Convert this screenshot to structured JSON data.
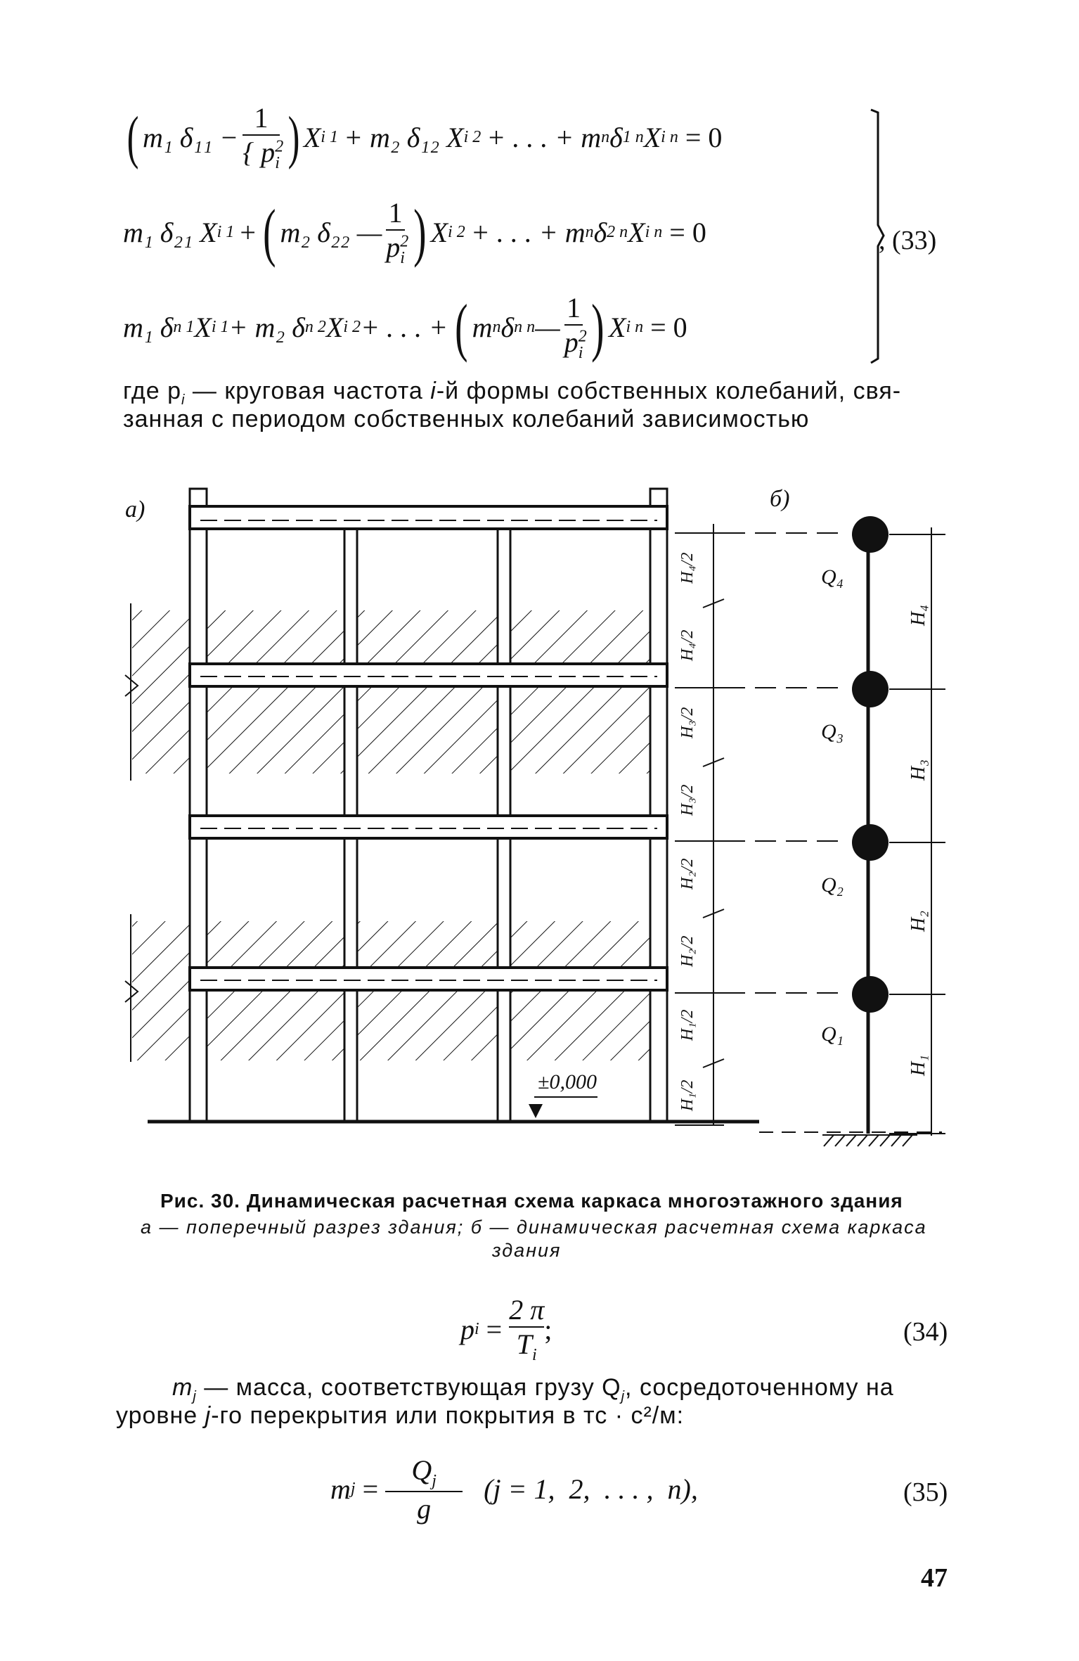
{
  "equations33": {
    "row1": {
      "open": "(",
      "lead": "m₁ δ₁₁ −",
      "frac_num": "1",
      "frac_den": "{ p",
      "frac_den_sup": "2",
      "frac_den_sub": "i",
      "close": ")",
      "rest": "X",
      "rest_sub": "i 1",
      "rest2": "+ m₂ δ₁₂ X",
      "rest2_sub": "i 2",
      "rest3": "+ . . . + m",
      "rest3_sub": "n",
      "rest4": " δ",
      "rest4_sub": "1 n",
      "rest5": " X",
      "rest5_sub": "i n",
      "rhs": "= 0"
    },
    "row2": {
      "lead": "m₁ δ₂₁ X",
      "lead_sub": "i 1",
      "plus": "+",
      "inner": "m₂ δ₂₂ —",
      "frac_num": "1",
      "frac_den": "p",
      "frac_den_sup": "2",
      "frac_den_sub": "i",
      "rest": "X",
      "rest_sub": "i 2",
      "rest2": "+ . . . + m",
      "rest2_sub": "n",
      "rest3": " δ",
      "rest3_sub": "2 n",
      "rest4": " X",
      "rest4_sub": "i n",
      "rhs": "= 0"
    },
    "row3": {
      "lead": "m₁ δ",
      "lead_sub": "n 1",
      "lead2": " X",
      "lead2_sub": "i 1",
      "lead3": " + m₂ δ",
      "lead3_sub": "n 2",
      "lead4": " X",
      "lead4_sub": "i 2",
      "lead5": " + . . . +",
      "inner": "m",
      "inner_sub": "n",
      "inner2": " δ",
      "inner2_sub": "n n",
      "inner3": " —",
      "frac_num": "1",
      "frac_den": "p",
      "frac_den_sup": "2",
      "frac_den_sub": "i",
      "rest": "X",
      "rest_sub": "i n",
      "rhs": "= 0"
    },
    "number": ", (33)"
  },
  "text_where": {
    "line1": "где p",
    "line1_sub": "i",
    "line1b": " — круговая частота ",
    "line1_i": "i",
    "line1c": "-й формы собственных колебаний, свя-",
    "line2": "занная с периодом собственных колебаний зависимостью"
  },
  "figure": {
    "label_a": "а)",
    "label_b": "б)",
    "elevation": "±0,000",
    "loads": [
      "Q₄",
      "Q₃",
      "Q₂",
      "Q₁"
    ],
    "heights": [
      "H₄",
      "H₃",
      "H₂",
      "H₁"
    ],
    "half_heights": [
      "H₄/2",
      "H₄/2",
      "H₃/2",
      "H₃/2",
      "H₂/2",
      "H₂/2",
      "H₁/2",
      "H₁/2"
    ]
  },
  "caption": {
    "title": "Рис. 30. Динамическая расчетная схема каркаса многоэтажного здания",
    "subtitle_line1": "а — поперечный разрез здания; б — динамическая расчетная схема каркаса",
    "subtitle_line2": "здания"
  },
  "equation34": {
    "lhs": "p",
    "lhs_sub": "i",
    "eq": " = ",
    "num": "2 π",
    "den": "T",
    "den_sub": "i",
    "tail": ";",
    "number": "(34)"
  },
  "text_mass": {
    "line1a": "m",
    "line1_sub": "j",
    "line1b": " — масса, соответствующая грузу Q",
    "line1_sub2": "j",
    "line1c": ", сосредоточенному на",
    "line2a": "уровне ",
    "line2_j": "j",
    "line2b": "-го перекрытия или покрытия в тс · с²/м:"
  },
  "equation35": {
    "lhs": "m",
    "lhs_sub": "j",
    "eq": " = ",
    "num": "Q",
    "num_sub": "j",
    "den": "g",
    "tail": "   (j = 1,  2,  . . . ,  n),",
    "number": "(35)"
  },
  "page_number": "47"
}
